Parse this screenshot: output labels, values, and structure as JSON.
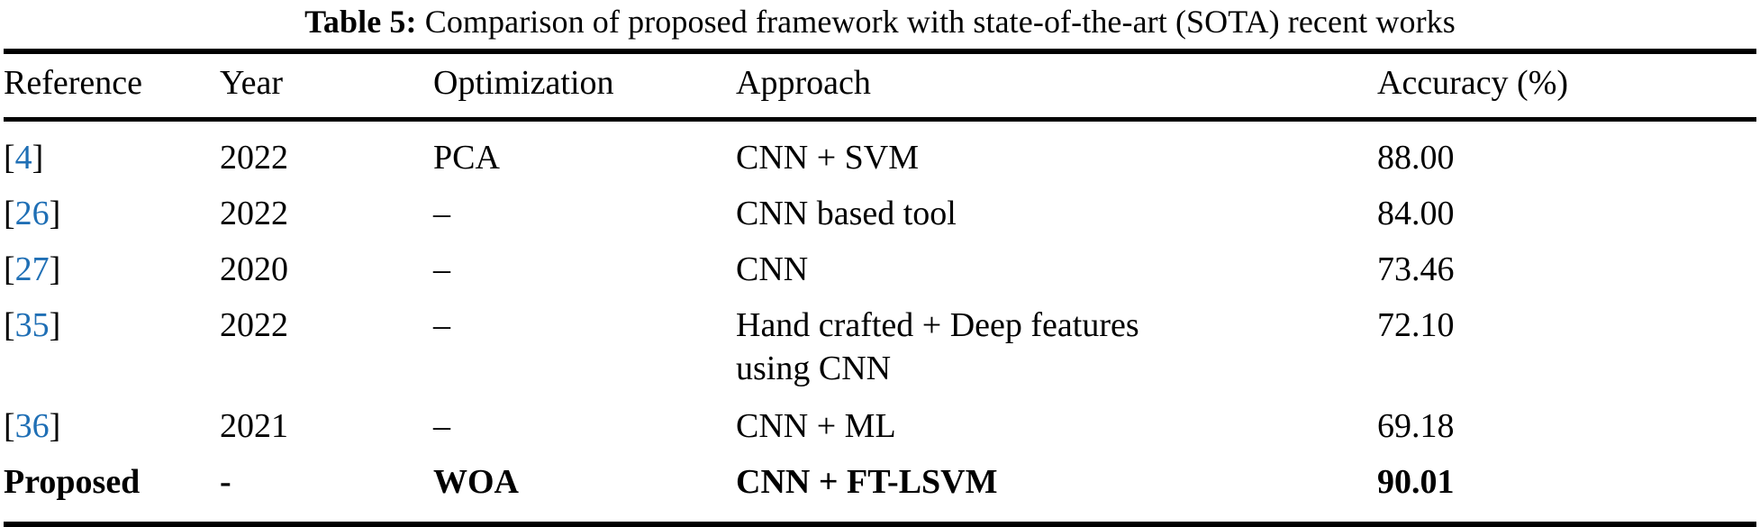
{
  "caption": {
    "label": "Table 5:",
    "text": "Comparison of proposed framework with state-of-the-art (SOTA) recent works"
  },
  "colors": {
    "citation_link": "#1F6FB5",
    "text": "#000000",
    "rule": "#000000",
    "background": "#FFFFFF"
  },
  "table": {
    "columns": [
      {
        "key": "reference",
        "label": "Reference"
      },
      {
        "key": "year",
        "label": "Year"
      },
      {
        "key": "optimization",
        "label": "Optimization"
      },
      {
        "key": "approach",
        "label": "Approach"
      },
      {
        "key": "accuracy",
        "label": "Accuracy (%)"
      }
    ],
    "rows": [
      {
        "reference_open": "[",
        "reference_num": "4",
        "reference_close": "]",
        "year": "2022",
        "optimization": "PCA",
        "approach_line1": "CNN + SVM",
        "approach_line2": "",
        "accuracy": "88.00",
        "bold": false
      },
      {
        "reference_open": "[",
        "reference_num": "26",
        "reference_close": "]",
        "year": "2022",
        "optimization": "–",
        "approach_line1": "CNN based tool",
        "approach_line2": "",
        "accuracy": "84.00",
        "bold": false
      },
      {
        "reference_open": "[",
        "reference_num": "27",
        "reference_close": "]",
        "year": "2020",
        "optimization": "–",
        "approach_line1": "CNN",
        "approach_line2": "",
        "accuracy": "73.46",
        "bold": false
      },
      {
        "reference_open": "[",
        "reference_num": "35",
        "reference_close": "]",
        "year": "2022",
        "optimization": "–",
        "approach_line1": "Hand crafted + Deep features",
        "approach_line2": "using CNN",
        "accuracy": "72.10",
        "bold": false
      },
      {
        "reference_open": "[",
        "reference_num": "36",
        "reference_close": "]",
        "year": "2021",
        "optimization": "–",
        "approach_line1": "CNN + ML",
        "approach_line2": "",
        "accuracy": "69.18",
        "bold": false
      },
      {
        "reference_open": "",
        "reference_num": "",
        "reference_close": "Proposed",
        "year": "-",
        "optimization": "WOA",
        "approach_line1": "CNN + FT-LSVM",
        "approach_line2": "",
        "accuracy": "90.01",
        "bold": true
      }
    ]
  }
}
